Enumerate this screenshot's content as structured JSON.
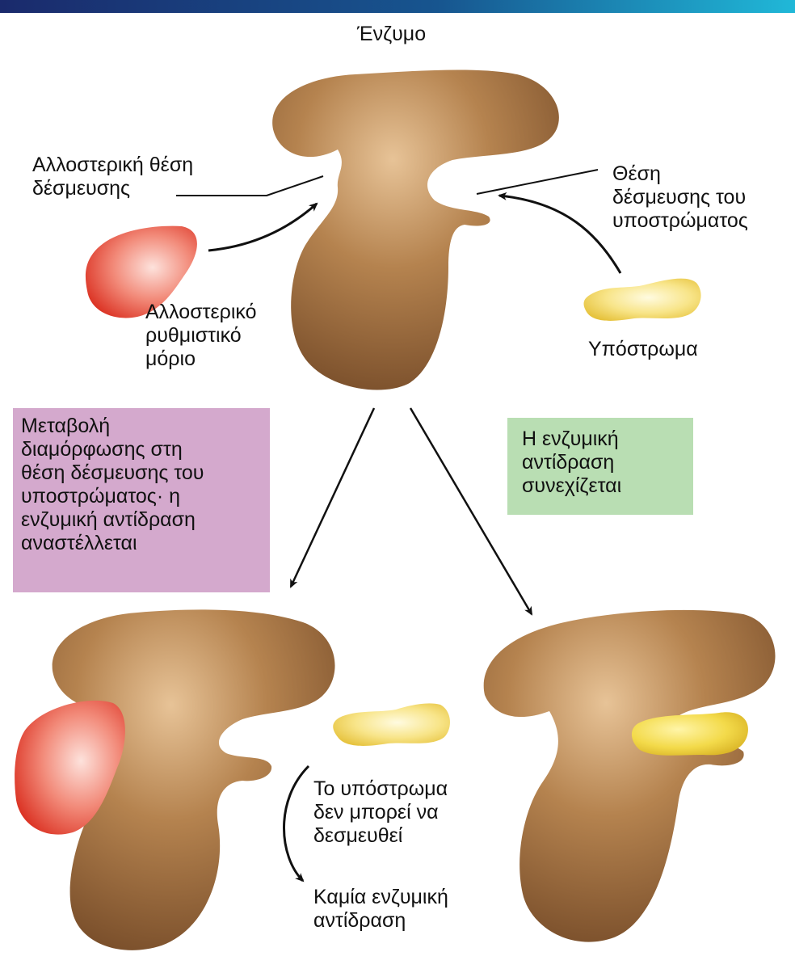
{
  "colors": {
    "enzyme": "#a8764a",
    "regulator": "#e0392a",
    "substrate": "#f0d35a",
    "inhibit_box": "#d4a9cd",
    "proceed_box": "#b9deb3"
  },
  "labels": {
    "enzyme": "Ένζυμο",
    "allosteric_site": "Αλλοστερική θέση\nδέσμευσης",
    "substrate_site": "Θέση\nδέσμευσης του\nυποστρώματος",
    "regulator": "Αλλοστερικό\nρυθμιστικό\nμόριο",
    "substrate": "Υπόστρωμα",
    "cannot_bind": "Το υπόστρωμα\nδεν μπορεί να\nδεσμευθεί",
    "no_reaction": "Καμία ενζυμική\nαντίδραση"
  },
  "boxes": {
    "inhibited": "Μεταβολή\nδιαμόρφωσης στη\nθέση δέσμευσης του\nυποστρώματος· η\nενζυμική αντίδραση\nαναστέλλεται",
    "proceeds": "Η ενζυμική\nαντίδραση\nσυνεχίζεται"
  }
}
